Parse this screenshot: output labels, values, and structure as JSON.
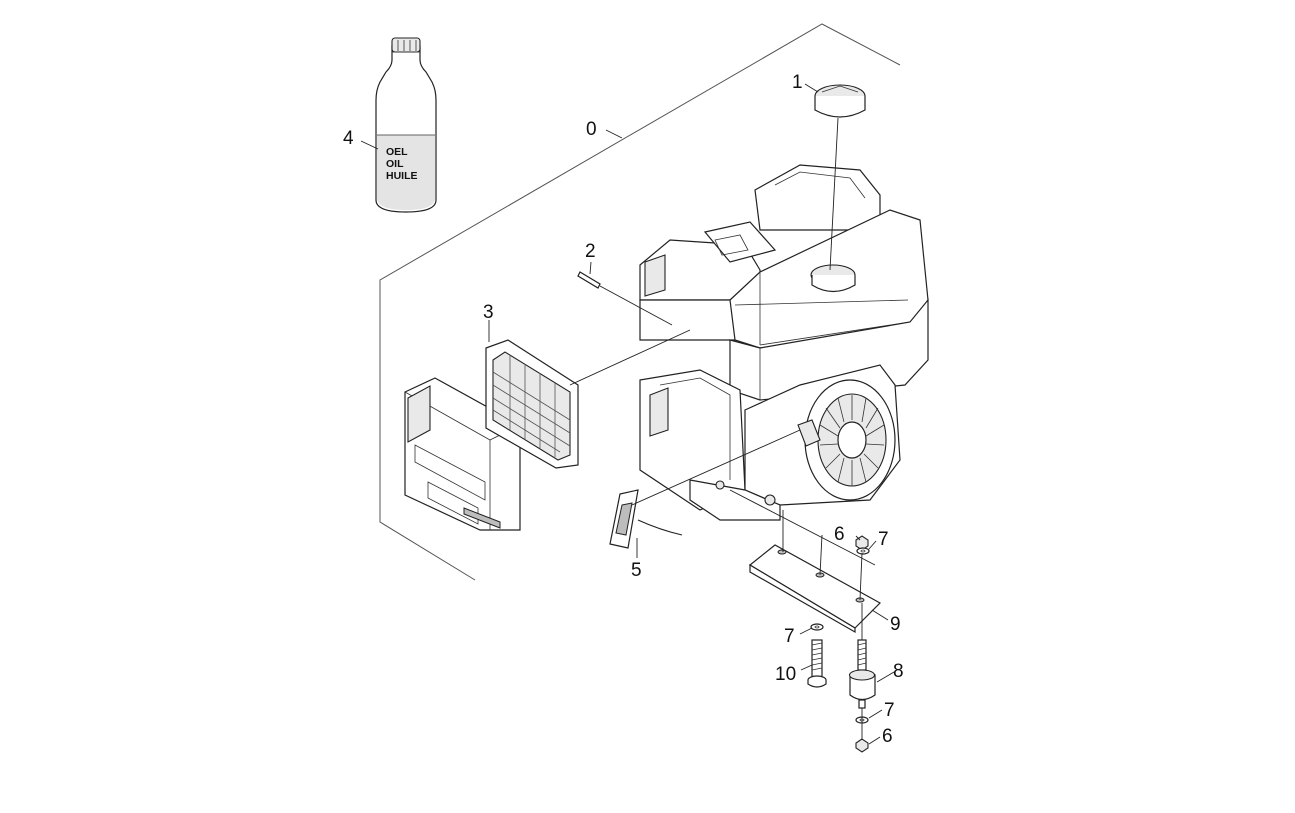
{
  "bottle": {
    "label_lines": [
      "OEL",
      "OIL",
      "HUILE"
    ]
  },
  "callouts": {
    "frame": "0",
    "oil_cap": "1",
    "dipstick_pin": "2",
    "air_filter_element": "3",
    "oil_bottle": "4",
    "switch": "5",
    "nut_top": "6",
    "washer_top": "7",
    "washer_mid": "7",
    "damper": "8",
    "mounting_plate": "9",
    "screw": "10",
    "washer_bottom": "7",
    "nut_bottom": "6"
  }
}
